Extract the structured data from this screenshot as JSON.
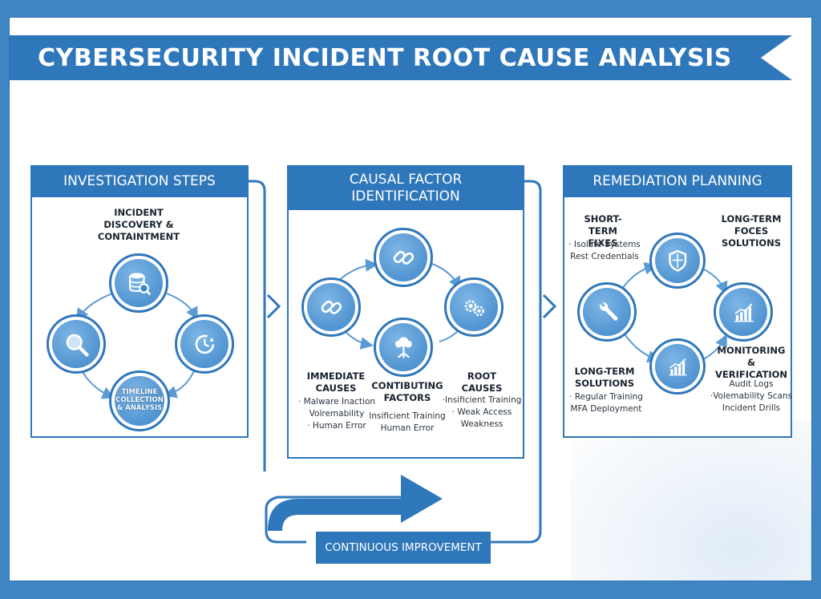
{
  "title": "CYBERSECURITY INCIDENT ROOT CAUSE ANALYSIS",
  "panels": {
    "investigation": {
      "heading": "INVESTIGATION STEPS",
      "top_label": [
        "INCIDENT",
        "DISCOVERY &",
        "CONTAINTMENT"
      ],
      "timeline_label": [
        "TIMELINE",
        "COLLECTION",
        "& ANALYSIS"
      ]
    },
    "causal": {
      "heading": [
        "CAUSAL FACTOR",
        "IDENTIFICATION"
      ],
      "immediate": {
        "title": [
          "IMMEDIATE",
          "CAUSES"
        ],
        "items": [
          "· Malware Inaction",
          "Volremability",
          "· Human Error"
        ]
      },
      "contributing": {
        "title": [
          "CONTIBUTING",
          "FACTORS"
        ],
        "items": [
          "Insificient Training",
          "Human Error"
        ]
      },
      "root": {
        "title": [
          "ROOT CAUSES"
        ],
        "items": [
          "·Insificient Training",
          "· Weak Access",
          "Weakness"
        ]
      }
    },
    "remediation": {
      "heading": "REMEDIATION PLANNING",
      "short_term": {
        "title": [
          "SHORT-TERM",
          "FIXES"
        ],
        "items": [
          "· Isolate Systems",
          "Rest Credentials"
        ]
      },
      "long_term_top": {
        "title": [
          "LONG-TERM",
          "FOCES",
          "SOLUTIONS"
        ]
      },
      "long_term_bottom": {
        "title": [
          "LONG-TERM",
          "SOLUTIONS"
        ],
        "items": [
          "· Regular Training",
          "MFA Deployment"
        ]
      },
      "monitoring": {
        "title": [
          "MONITORING &",
          "VERIFICATION"
        ],
        "items": [
          "Audit Logs",
          "·Volemability Scans",
          "Incident Drills"
        ]
      }
    }
  },
  "footer": {
    "label": "CONTINUOUS IMPROVEMENT"
  },
  "colors": {
    "primary": "#2f77bb",
    "node_fill": "#4a90d0",
    "page_bg": "#3f86c4"
  },
  "icons": [
    "database-search-icon",
    "magnifier-icon",
    "clock-refresh-icon",
    "chain-link-icon",
    "gears-icon",
    "tree-roots-icon",
    "wrench-icon",
    "shield-icon",
    "bar-chart-up-icon"
  ]
}
